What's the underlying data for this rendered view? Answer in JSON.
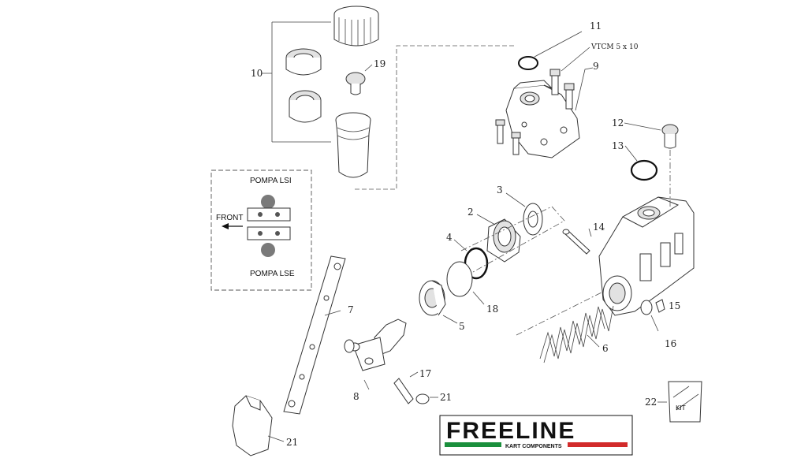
{
  "parts": {
    "p2": "2",
    "p3": "3",
    "p4": "4",
    "p5": "5",
    "p6": "6",
    "p7": "7",
    "p8": "8",
    "p9": "9",
    "p10": "10",
    "p11": "11",
    "p12": "12",
    "p13": "13",
    "p14": "14",
    "p15": "15",
    "p16": "16",
    "p17": "17",
    "p18": "18",
    "p19": "19",
    "p21a": "21",
    "p21b": "21",
    "p22": "22"
  },
  "screw_spec": "VTCM 5 x 10",
  "inset": {
    "top_label": "POMPA LSI",
    "bottom_label": "POMPA LSE",
    "direction_label": "FRONT"
  },
  "kit_label": "KIT",
  "logo": {
    "brand": "FREELINE",
    "subtitle": "KART COMPONENTS",
    "colors": {
      "green": "#1a8f3c",
      "white": "#ffffff",
      "red": "#d22b2b"
    }
  }
}
